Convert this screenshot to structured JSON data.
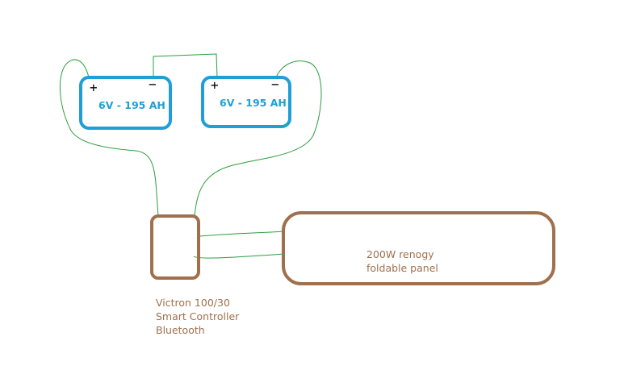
{
  "batteries": [
    {
      "label": "6V - 195 AH",
      "plus": "+",
      "minus": "−"
    },
    {
      "label": "6V - 195 AH",
      "plus": "+",
      "minus": "−"
    }
  ],
  "controller": {
    "line1": "Victron 100/30",
    "line2": "Smart Controller",
    "line3": "Bluetooth"
  },
  "panel": {
    "line1": "200W renogy",
    "line2": "foldable panel"
  },
  "colors": {
    "battery_outline": "#1f9fd6",
    "device_outline": "#a0704e",
    "wire": "#2e9e3e",
    "background": "#ffffff"
  }
}
